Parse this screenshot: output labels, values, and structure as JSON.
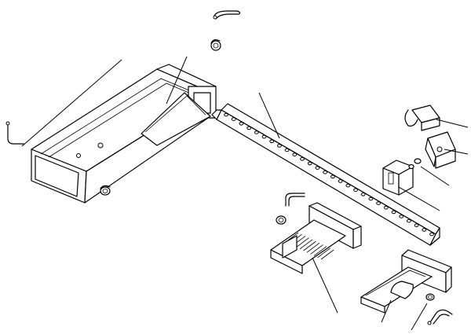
{
  "diagram": {
    "style": "exploded-parts-line-drawing",
    "background": "#ffffff",
    "line_color": "#000000",
    "parts": [
      "long-rail",
      "perforated-beam",
      "top-hairpin-pin",
      "top-hitch-clip",
      "left-hitch-clip",
      "end-bracket",
      "slotted-block",
      "nut",
      "washer",
      "slotted-platform",
      "mid-hairpin-pin",
      "mid-hitch-clip",
      "short-channel",
      "bottom-hitch-clip",
      "bottom-hairpin-pin"
    ],
    "callout_leader_count": 9
  }
}
